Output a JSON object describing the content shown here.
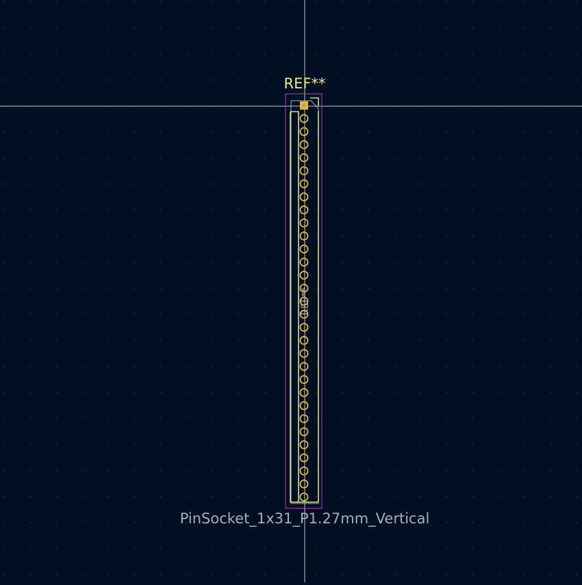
{
  "footprint": {
    "reference": "REF**",
    "value": "PinSocket_1x31_P1.27mm_Vertical",
    "fab_ref": "REF**",
    "pin_count": 31
  },
  "colors": {
    "background": "#001023",
    "grid": "#3a4a62",
    "crosshair": "#c8c8d0",
    "silkscreen": "#f0e68c",
    "fab_text": "#a8acb6",
    "pad": "#e2b83a",
    "outline": "#e3dc8c",
    "courtyard": "#c837c8"
  }
}
